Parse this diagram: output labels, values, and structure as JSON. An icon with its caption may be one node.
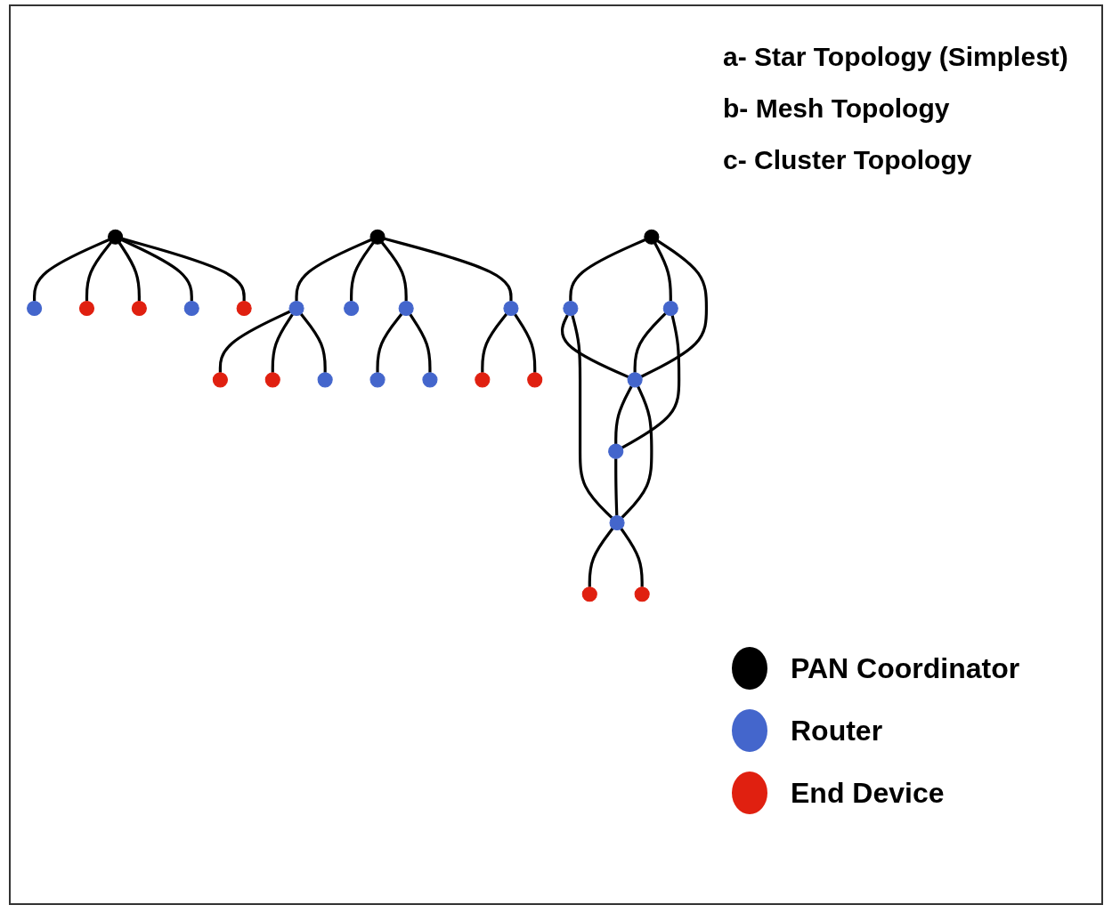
{
  "diagram": {
    "nodes": [
      {
        "text": [],
        "shape": "circle"
      },
      {
        "text": [],
        "shape": "circle"
      },
      {
        "text": [],
        "shape": "circle"
      },
      {
        "text": [],
        "shape": "circle"
      },
      {
        "text": [],
        "shape": "circle"
      },
      {
        "text": [],
        "shape": "circle"
      },
      {
        "text": [],
        "shape": "circle"
      },
      {
        "text": [],
        "shape": "circle"
      },
      {
        "text": [],
        "shape": "circle"
      },
      {
        "text": [],
        "shape": "circle"
      },
      {
        "text": [],
        "shape": "circle"
      },
      {
        "text": [],
        "shape": "circle"
      },
      {
        "text": [],
        "shape": "circle"
      },
      {
        "text": [],
        "shape": "circle"
      },
      {
        "text": [],
        "shape": "circle"
      },
      {
        "text": [],
        "shape": "circle"
      },
      {
        "text": [],
        "shape": "circle"
      },
      {
        "text": [],
        "shape": "circle"
      },
      {
        "text": [],
        "shape": "circle"
      },
      {
        "text": [],
        "shape": "circle"
      },
      {
        "text": [],
        "shape": "circle"
      },
      {
        "text": [],
        "shape": "circle"
      },
      {
        "text": [],
        "shape": "circle"
      },
      {
        "text": [],
        "shape": "circle"
      },
      {
        "text": [],
        "shape": "circle"
      },
      {
        "text": [],
        "shape": "circle"
      }
    ],
    "edges": [
      {
        "from": 2,
        "to": 0,
        "arrow": "none"
      },
      {
        "from": 2,
        "to": 1,
        "arrow": "none"
      },
      {
        "from": 2,
        "to": 3,
        "arrow": "none"
      },
      {
        "from": 2,
        "to": 4,
        "arrow": "none"
      },
      {
        "from": 2,
        "to": 5,
        "arrow": "none"
      },
      {
        "from": 7,
        "to": 6,
        "arrow": "none"
      },
      {
        "from": 7,
        "to": 9,
        "arrow": "none"
      },
      {
        "from": 7,
        "to": 8,
        "arrow": "none"
      },
      {
        "from": 6,
        "to": 8,
        "arrow": "none"
      },
      {
        "from": 6,
        "to": 10,
        "arrow": "none"
      },
      {
        "from": 9,
        "to": 8,
        "arrow": "none"
      },
      {
        "from": 9,
        "to": 12,
        "arrow": "none"
      },
      {
        "from": 8,
        "to": 12,
        "arrow": "none"
      },
      {
        "from": 8,
        "to": 10,
        "arrow": "none"
      },
      {
        "from": 12,
        "to": 10,
        "arrow": "none"
      },
      {
        "from": 10,
        "to": 11,
        "arrow": "none"
      },
      {
        "from": 10,
        "to": 13,
        "arrow": "none"
      },
      {
        "from": 18,
        "to": 14,
        "arrow": "none"
      },
      {
        "from": 18,
        "to": 15,
        "arrow": "none"
      },
      {
        "from": 18,
        "to": 16,
        "arrow": "none"
      },
      {
        "from": 19,
        "to": 18,
        "arrow": "none"
      },
      {
        "from": 19,
        "to": 17,
        "arrow": "none"
      },
      {
        "from": 19,
        "to": 22,
        "arrow": "none"
      },
      {
        "from": 19,
        "to": 21,
        "arrow": "none"
      },
      {
        "from": 22,
        "to": 20,
        "arrow": "none"
      },
      {
        "from": 22,
        "to": 25,
        "arrow": "none"
      },
      {
        "from": 21,
        "to": 23,
        "arrow": "none"
      },
      {
        "from": 21,
        "to": 24,
        "arrow": "none"
      }
    ],
    "labels": [
      "a- Star Topology (Simplest)",
      "b- Mesh Topology",
      "c- Cluster Topology"
    ],
    "legend": [
      {
        "text": "PAN Coordinator",
        "color": "#000000"
      },
      {
        "text": "Router",
        "color": "#4466cc"
      },
      {
        "text": "End Device",
        "color": "#e02010"
      }
    ]
  }
}
